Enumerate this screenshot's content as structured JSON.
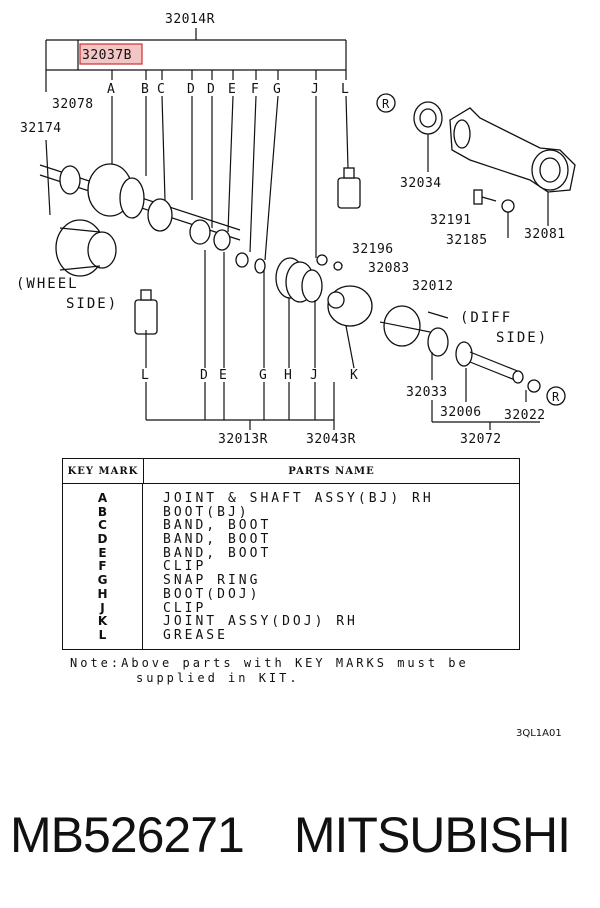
{
  "callouts": {
    "c32014R": "32014R",
    "c32037B": "32037B",
    "c32078": "32078",
    "c32174": "32174",
    "kA": "A",
    "kB": "B",
    "kC": "C",
    "kD1": "D",
    "kD2": "D",
    "kE1": "E",
    "kF": "F",
    "kG1": "G",
    "kJ1": "J",
    "kL1": "L",
    "c32034": "32034",
    "c32191": "32191",
    "c32185": "32185",
    "c32081": "32081",
    "c32196": "32196",
    "c32083": "32083",
    "c32012": "32012",
    "wheel1": "(WHEEL",
    "wheel2": "SIDE)",
    "diff1": "(DIFF",
    "diff2": "SIDE)",
    "kL2": "L",
    "kD3": "D",
    "kE2": "E",
    "kG2": "G",
    "kH": "H",
    "kJ2": "J",
    "kK": "K",
    "c32033": "32033",
    "c32006": "32006",
    "c32022": "32022",
    "c32013R": "32013R",
    "c32043R": "32043R",
    "c32072": "32072",
    "r1": "R",
    "r2": "R"
  },
  "table": {
    "header_key": "KEY MARK",
    "header_name": "PARTS NAME",
    "rows": [
      {
        "key": "A",
        "name": "JOINT & SHAFT ASSY(BJ) RH"
      },
      {
        "key": "B",
        "name": "BOOT(BJ)"
      },
      {
        "key": "C",
        "name": "BAND, BOOT"
      },
      {
        "key": "D",
        "name": "BAND, BOOT"
      },
      {
        "key": "E",
        "name": "BAND, BOOT"
      },
      {
        "key": "F",
        "name": "CLIP"
      },
      {
        "key": "G",
        "name": "SNAP RING"
      },
      {
        "key": "H",
        "name": "BOOT(DOJ)"
      },
      {
        "key": "J",
        "name": "CLIP"
      },
      {
        "key": "K",
        "name": "JOINT ASSY(DOJ) RH"
      },
      {
        "key": "L",
        "name": "GREASE"
      }
    ]
  },
  "note": {
    "line1": "Note:Above parts with KEY MARKS must be",
    "line2": "supplied in KIT."
  },
  "diagram_code": "3QL1A01",
  "footer": {
    "part_number": "MB526271",
    "brand": "MITSUBISHI"
  },
  "colors": {
    "highlight_fill": "#f4c5c5",
    "highlight_border": "#d03030"
  }
}
